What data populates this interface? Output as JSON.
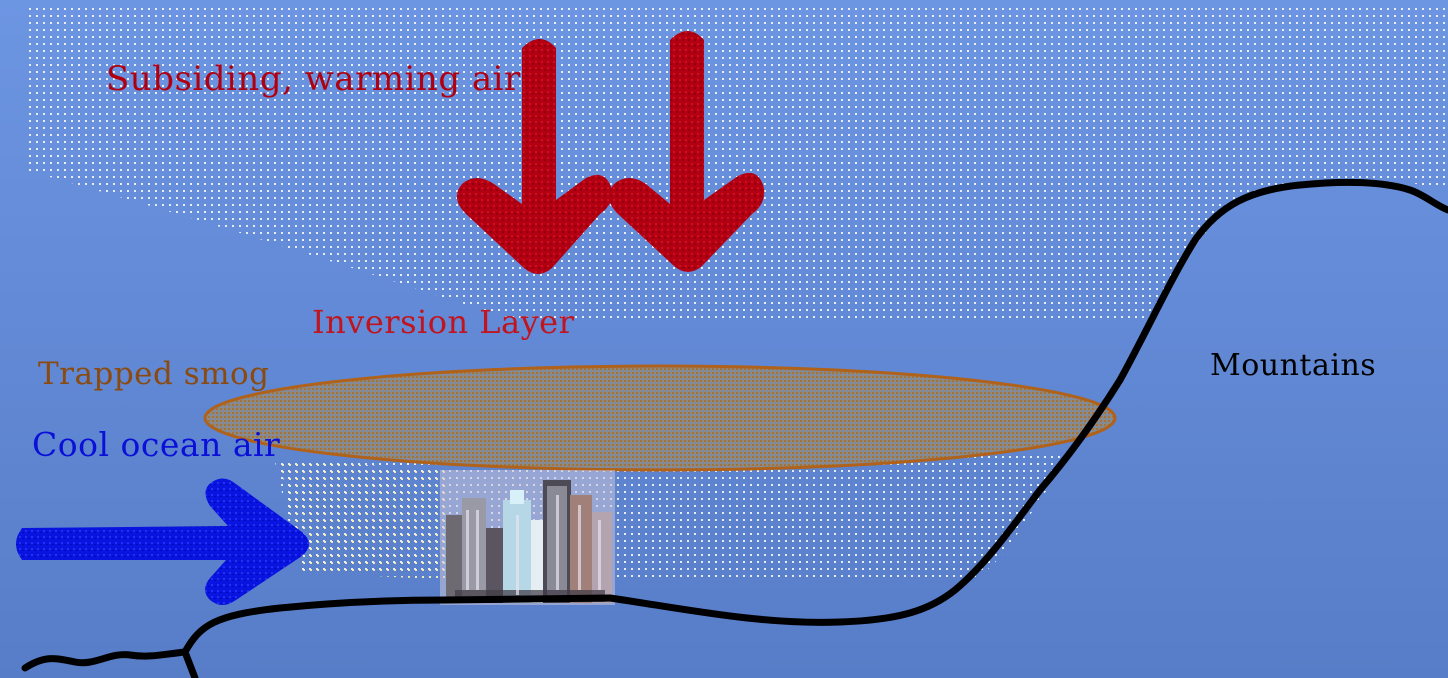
{
  "labels": {
    "subsiding_air": "Subsiding, warming air",
    "inversion_layer": "Inversion Layer",
    "trapped_smog": "Trapped smog",
    "cool_ocean_air": "Cool ocean air",
    "mountains": "Mountains"
  },
  "colors": {
    "sky_top": "#6c95e2",
    "sky_bottom": "#587dc8",
    "subsiding_air": "#b00010",
    "inversion_layer": "#c0141e",
    "trapped_smog": "#8a4a10",
    "smog_fill": "#9a8460",
    "cool_ocean_air": "#0a10d8",
    "ocean_arrow": "#0a14e0",
    "mountains": "#000000",
    "ground_line": "#000000",
    "dots": "#ffffff",
    "warm_arrows": "#b40012"
  },
  "icons": {
    "downward_arrows": "double-down-arrow-icon",
    "ocean_arrow": "right-arrow-icon",
    "city": "city-skyline-icon"
  }
}
